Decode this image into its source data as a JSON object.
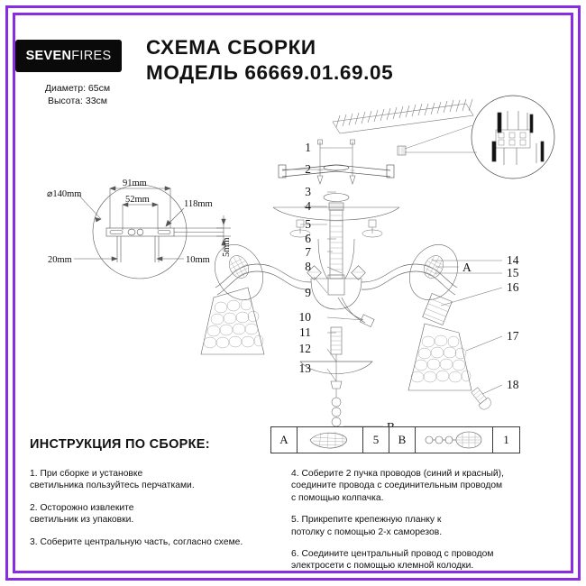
{
  "brand": {
    "name_bold": "SEVEN",
    "name_light": "FIRES"
  },
  "header": {
    "title_line1": "СХЕМА СБОРКИ",
    "title_line2": "МОДЕЛЬ 66669.01.69.05"
  },
  "specs": {
    "diameter": "Диаметр: 65см",
    "height": "Высота: 33см"
  },
  "dimension_drawing": {
    "name": "mounting-plate-dimensions",
    "labels": {
      "diameter": "⌀140mm",
      "width_outer": "91mm",
      "width_inner": "52mm",
      "length_total": "118mm",
      "offset_left": "20mm",
      "offset_right": "10mm",
      "thickness": "5mm"
    }
  },
  "assembly": {
    "callouts_left": [
      "1",
      "2",
      "3",
      "4",
      "5",
      "6",
      "7",
      "8",
      "9",
      "10",
      "11",
      "12",
      "13"
    ],
    "callouts_right": [
      "14",
      "15",
      "16",
      "17",
      "18"
    ],
    "part_markers": [
      "A",
      "B"
    ]
  },
  "legend": {
    "rows": [
      {
        "letter": "A",
        "art": "crystal-drop",
        "qty": "5"
      },
      {
        "letter": "B",
        "art": "crystal-bead-chain",
        "qty": "1"
      }
    ]
  },
  "instructions": {
    "title": "ИНСТРУКЦИЯ ПО СБОРКЕ:",
    "left": [
      "1. При сборке и установке\nсветильника пользуйтесь перчатками.",
      "2. Осторожно извлеките\nсветильник из упаковки.",
      "3. Соберите центральную часть, согласно схеме."
    ],
    "right": [
      "4. Соберите 2 пучка проводов (синий и красный),\nсоедините провода с соединительным проводом\nс помощью колпачка.",
      "5. Прикрепите крепежную планку к\nпотолку с помощью 2-х саморезов.",
      "6. Соедините центральный провод с проводом\nэлектросети с помощью клемной колодки."
    ]
  },
  "colors": {
    "frame": "#8a2ce0",
    "logo_bg": "#0a0a0a",
    "line": "#555555",
    "text": "#111111"
  }
}
